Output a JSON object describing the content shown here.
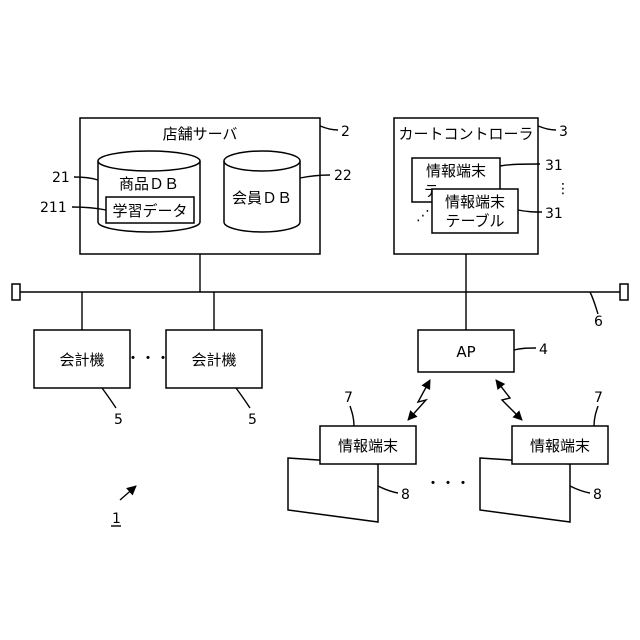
{
  "store_server": {
    "label": "店舗サーバ",
    "ref": "2"
  },
  "product_db": {
    "label": "商品ＤＢ",
    "ref": "21"
  },
  "learning_data": {
    "label": "学習データ",
    "ref": "211"
  },
  "member_db": {
    "label": "会員ＤＢ",
    "ref": "22"
  },
  "cart_controller": {
    "label": "カートコントローラ",
    "ref": "3"
  },
  "terminal_table_back": {
    "line1": "情報端末",
    "line2": "テ",
    "ref": "31"
  },
  "terminal_table_front": {
    "line1": "情報端末",
    "line2": "テーブル",
    "ref": "31"
  },
  "table_ellipsis_right": "⋮",
  "table_ellipsis_left": "⋰",
  "network": {
    "ref": "6"
  },
  "registers": [
    {
      "label": "会計機",
      "ref": "5"
    },
    {
      "label": "会計機",
      "ref": "5"
    }
  ],
  "register_ellipsis": "・・・",
  "ap": {
    "label": "AP",
    "ref": "4"
  },
  "terminals": [
    {
      "label": "情報端末",
      "ref": "7",
      "cart_ref": "8"
    },
    {
      "label": "情報端末",
      "ref": "7",
      "cart_ref": "8"
    }
  ],
  "terminal_ellipsis": "・・・",
  "system_ref": "1"
}
